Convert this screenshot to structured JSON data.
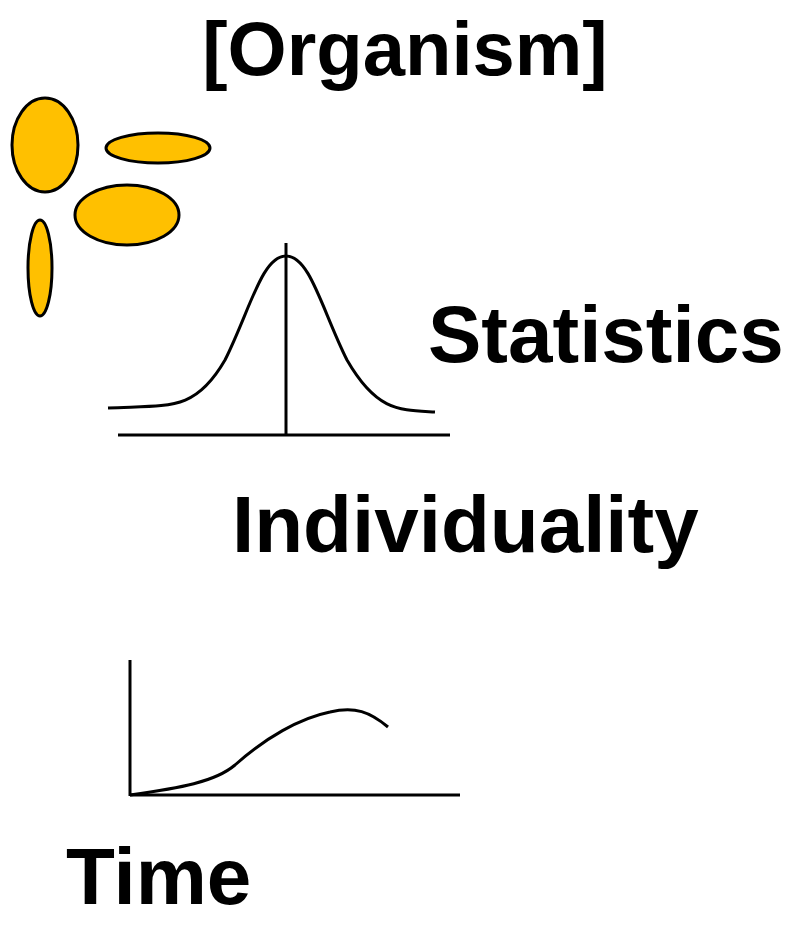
{
  "diagram": {
    "labels": [
      "[Organism]",
      "Statistics",
      "Individuality",
      "Time"
    ]
  }
}
